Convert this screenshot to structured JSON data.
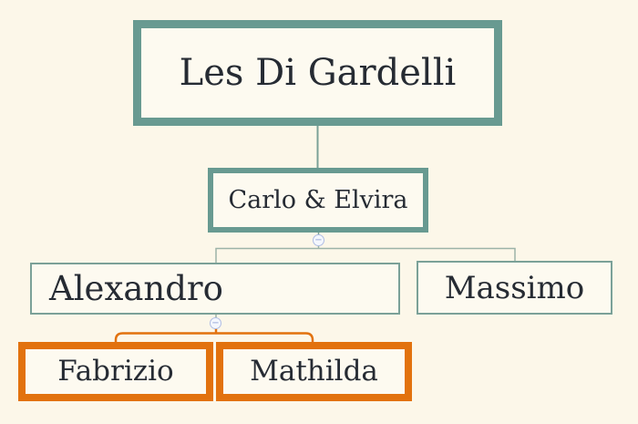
{
  "colors": {
    "background": "#fcf7e9",
    "node_fill": "#fdfaf0",
    "teal_border": "#689a91",
    "thin_border": "#7ba198",
    "connector": "#9cb3a8",
    "connector_dark": "#7aa197",
    "orange": "#e2720e",
    "text": "#262b33",
    "collapse_border": "#b0bde4",
    "collapse_fill": "#f4f7fd",
    "collapse_glyph": "#8fa0d4"
  },
  "tree": {
    "root": {
      "label": "Les Di Gardelli"
    },
    "couple": {
      "label": "Carlo & Elvira"
    },
    "children": [
      {
        "label": "Alexandro"
      },
      {
        "label": "Massimo"
      }
    ],
    "grandchildren": [
      {
        "label": "Fabrizio"
      },
      {
        "label": "Mathilda"
      }
    ]
  },
  "collapse_button": {
    "symbol": "−"
  }
}
